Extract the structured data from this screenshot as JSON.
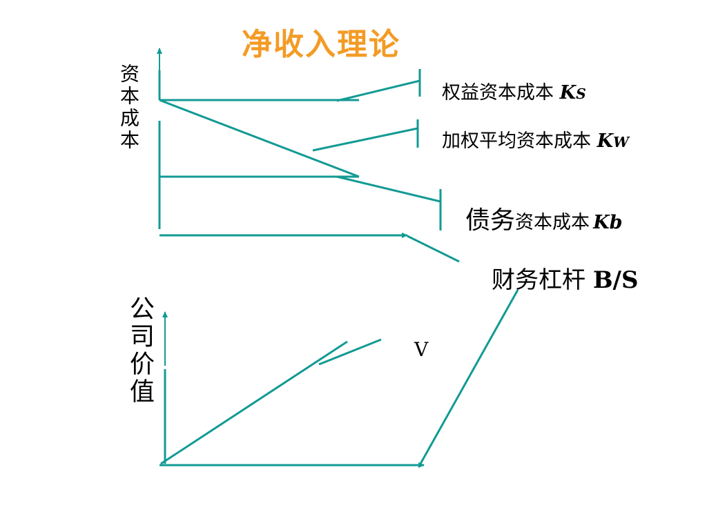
{
  "title": "净收入理论",
  "top_chart": {
    "y_axis_label": "资本成本",
    "curves": [
      {
        "name_prefix": "",
        "name": "权益资本成本",
        "symbol": "K",
        "subscript": "S"
      },
      {
        "name_prefix": "",
        "name": "加权平均资本成本",
        "symbol": "K",
        "subscript": "W"
      },
      {
        "name_prefix": "债务",
        "name": "资本成本",
        "symbol": "K",
        "subscript": "b"
      }
    ],
    "x_axis_label_cn": "财务杠杆",
    "x_axis_label_en": "B/S"
  },
  "bottom_chart": {
    "y_axis_label": "公司价值",
    "line_label": "V"
  },
  "colors": {
    "line": "#129a94",
    "title": "#f39b25",
    "text": "#000000"
  }
}
